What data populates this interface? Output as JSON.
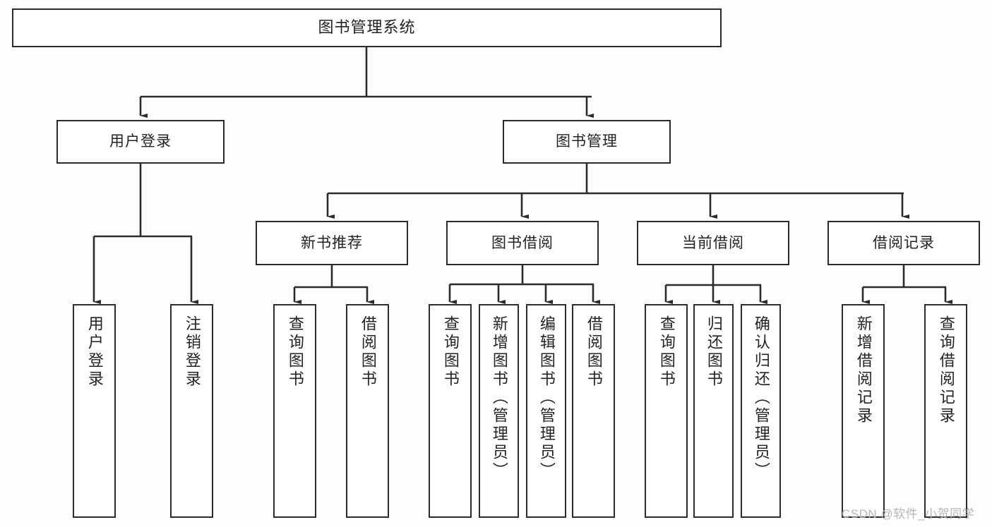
{
  "diagram": {
    "title": "图书管理系统",
    "type": "tree-hierarchy-diagram",
    "background_color": "#fdfdfd",
    "box_border_color": "#2b2b2b",
    "box_fill_color": "#ffffff",
    "connector_color": "#2b2b2b",
    "text_color": "#232323"
  },
  "nodes": {
    "root": {
      "label": "图书管理系统",
      "level": 1
    },
    "level2": [
      {
        "id": "user-login",
        "label": "用户登录"
      },
      {
        "id": "book-management",
        "label": "图书管理"
      }
    ],
    "level3": [
      {
        "id": "new-book-recommend",
        "label": "新书推荐"
      },
      {
        "id": "book-borrow",
        "label": "图书借阅"
      },
      {
        "id": "current-borrow",
        "label": "当前借阅"
      },
      {
        "id": "borrow-record",
        "label": "借阅记录"
      }
    ],
    "leaves": [
      {
        "id": "leaf-user-login",
        "label": "用户登录",
        "parent": "user-login"
      },
      {
        "id": "leaf-logout-login",
        "label": "注销登录",
        "parent": "user-login"
      },
      {
        "id": "leaf-query-book-1",
        "label": "查询图书",
        "parent": "new-book-recommend"
      },
      {
        "id": "leaf-borrow-book-1",
        "label": "借阅图书",
        "parent": "new-book-recommend"
      },
      {
        "id": "leaf-query-book-2",
        "label": "查询图书",
        "parent": "book-borrow"
      },
      {
        "id": "leaf-add-book-admin",
        "label": "新增图书（管理员）",
        "parent": "book-borrow"
      },
      {
        "id": "leaf-edit-book-admin",
        "label": "编辑图书（管理员）",
        "parent": "book-borrow"
      },
      {
        "id": "leaf-borrow-book-2",
        "label": "借阅图书",
        "parent": "book-borrow"
      },
      {
        "id": "leaf-query-book-3",
        "label": "查询图书",
        "parent": "current-borrow"
      },
      {
        "id": "leaf-return-book",
        "label": "归还图书",
        "parent": "current-borrow"
      },
      {
        "id": "leaf-confirm-return",
        "label": "确认归还（管理员）",
        "parent": "current-borrow"
      },
      {
        "id": "leaf-add-borrow-record",
        "label": "新增借阅记录",
        "parent": "borrow-record"
      },
      {
        "id": "leaf-query-borrow-record",
        "label": "查询借阅记录",
        "parent": "borrow-record"
      }
    ]
  },
  "watermark": {
    "text": "CSDN @软件_小贺同学"
  }
}
